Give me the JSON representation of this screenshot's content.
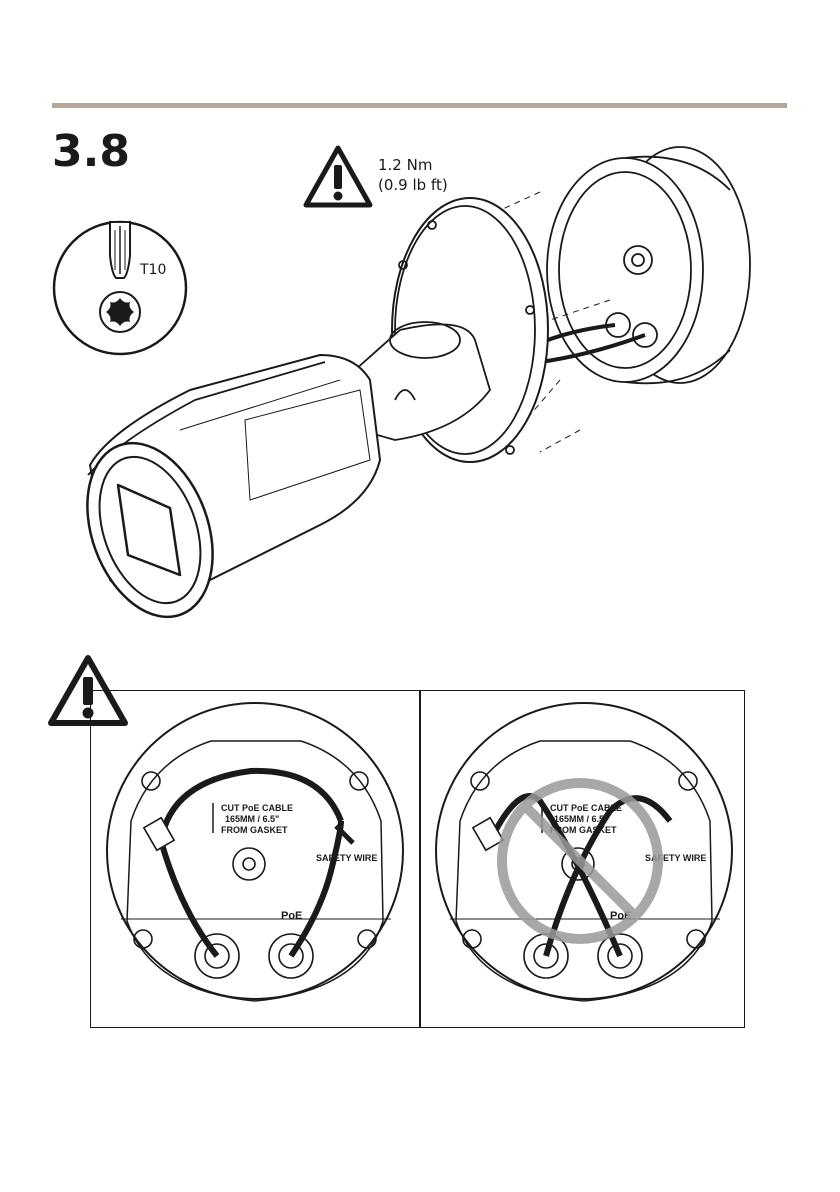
{
  "step": {
    "number": "3.8"
  },
  "tool": {
    "bit": "T10"
  },
  "torque": {
    "metric": "1.2 Nm",
    "imperial": "(0.9 lb ft)"
  },
  "panels": [
    {
      "cable_label": [
        "CUT PoE CABLE",
        "165MM / 6.5\"",
        "FROM GASKET"
      ],
      "safety_label": "SAFETY WIRE",
      "poe_label": "PoE",
      "state": "correct"
    },
    {
      "cable_label": [
        "CUT PoE CABLE",
        "165MM / 6.5\"",
        "FROM GASKET"
      ],
      "safety_label": "SAFETY WIRE",
      "poe_label": "PoE",
      "state": "incorrect"
    }
  ],
  "colors": {
    "rule": "#b5a79c",
    "prohibit": "#9a9a9a",
    "line": "#1a1a1a"
  },
  "icons": [
    "warning-triangle-icon",
    "torx-screwdriver-icon",
    "prohibited-icon"
  ]
}
